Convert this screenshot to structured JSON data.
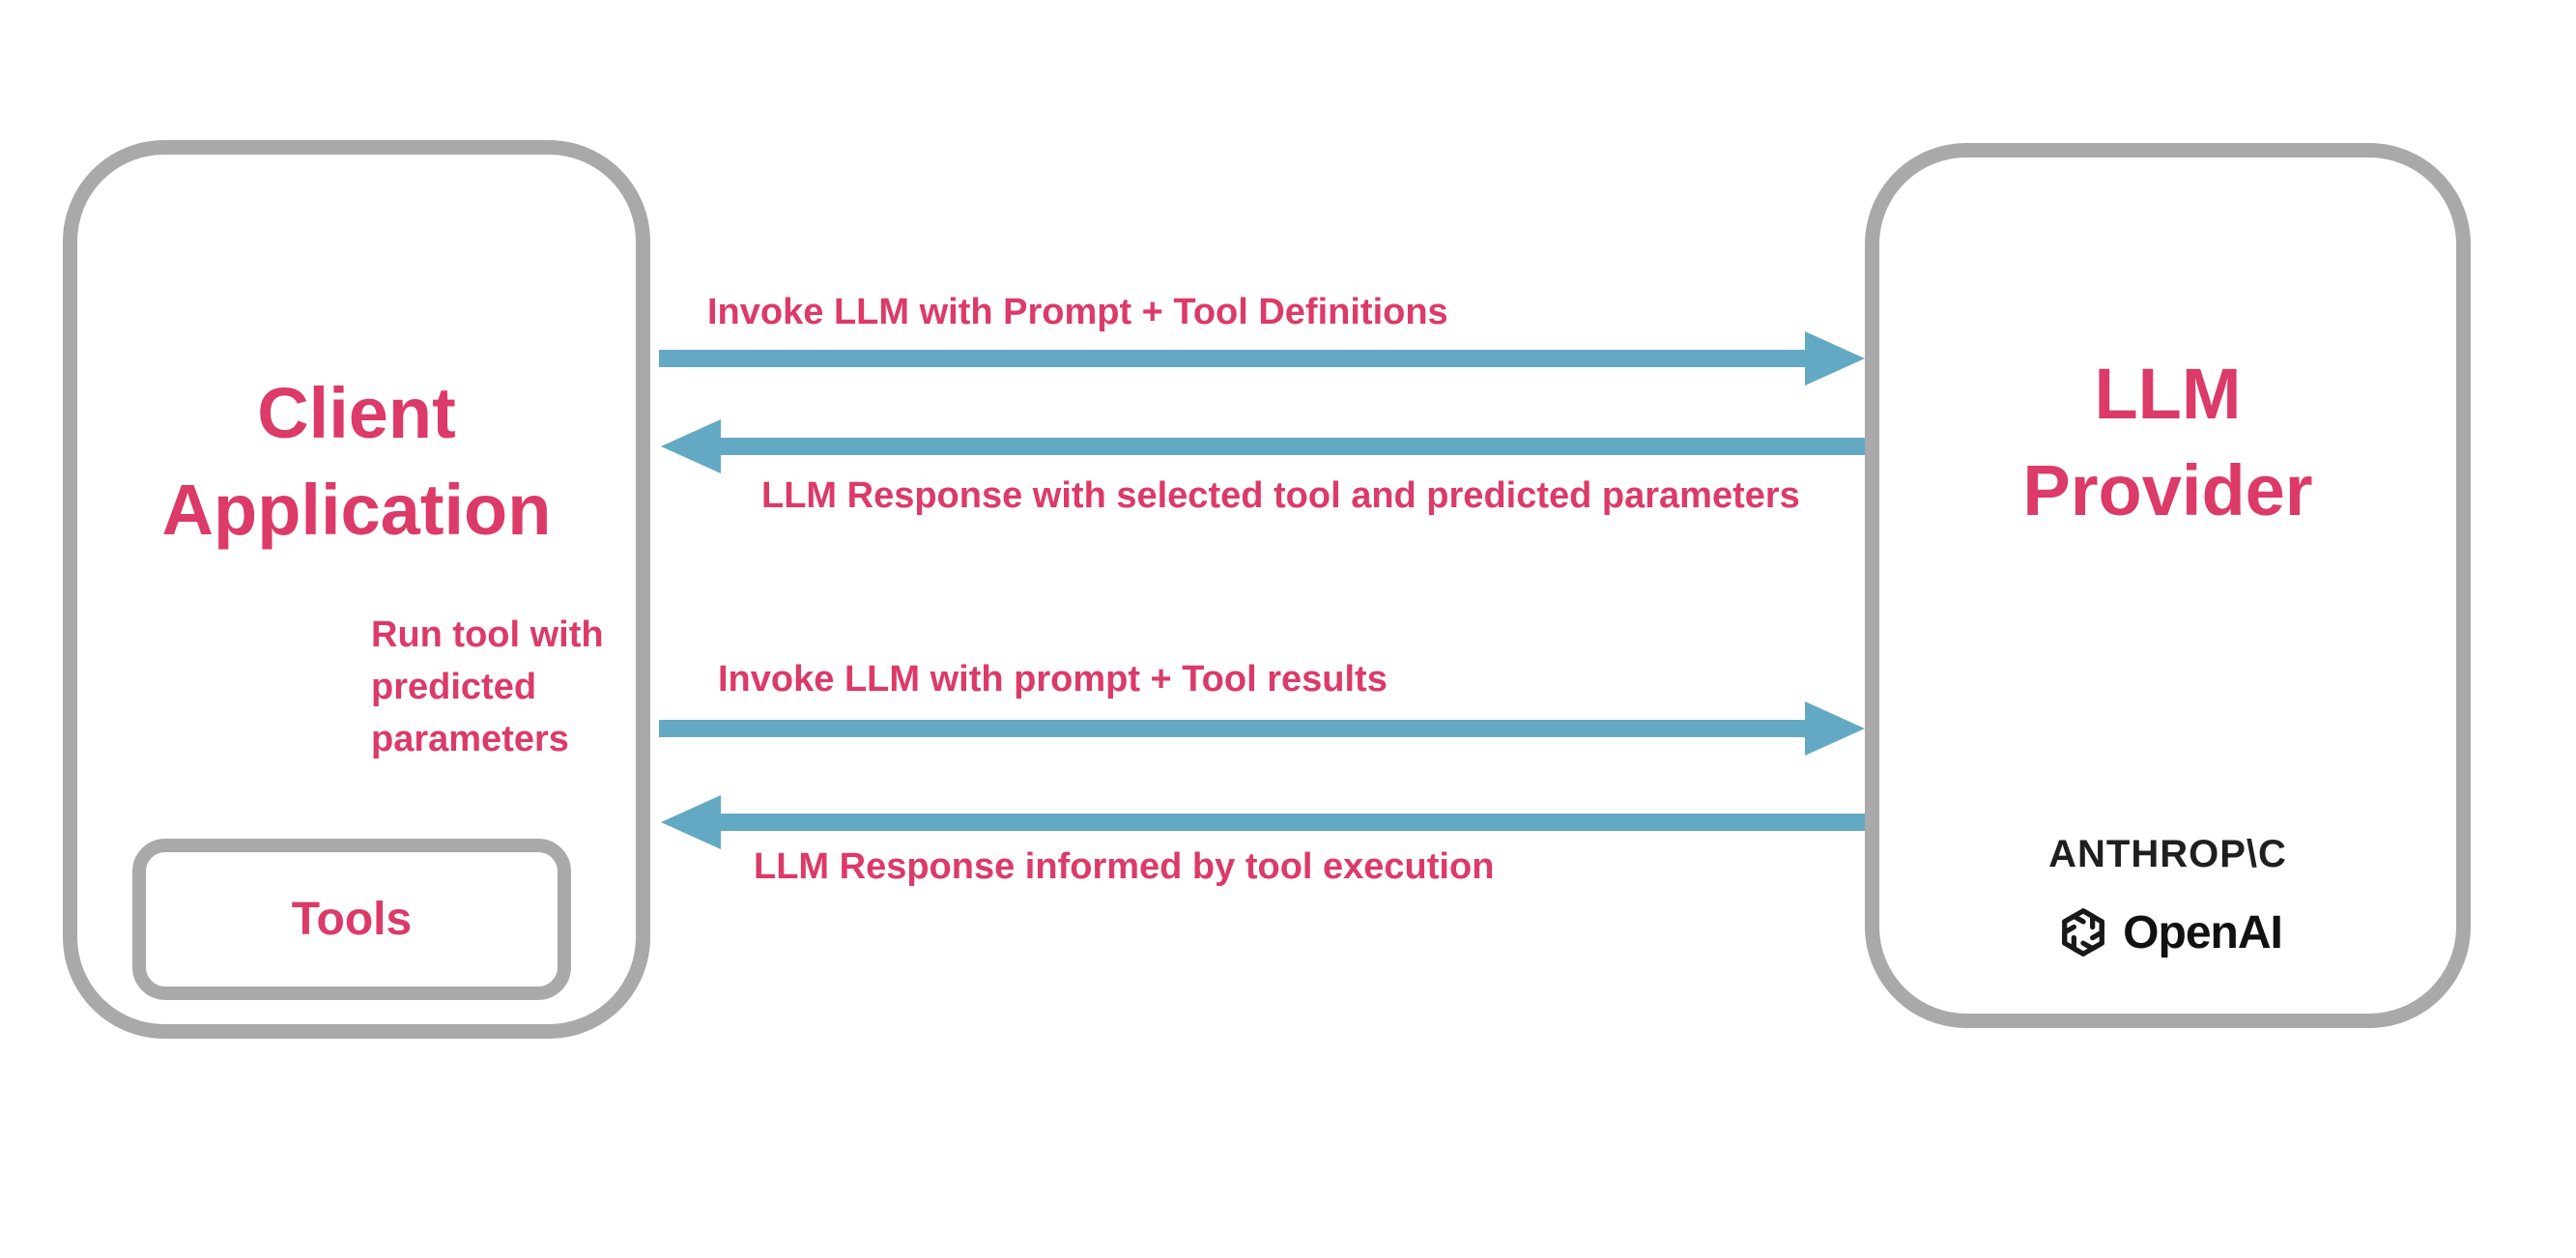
{
  "colors": {
    "label_pink": "#DC3A68",
    "arrow_blue": "#63A9C3",
    "box_border_gray": "#A9A9A9",
    "logo_dark": "#1F1F1F"
  },
  "client_box": {
    "title_lines": [
      "Client",
      "Application"
    ],
    "run_tool_label": "Run tool with\npredicted\nparameters",
    "tools_label": "Tools"
  },
  "llm_box": {
    "title_lines": [
      "LLM",
      "Provider"
    ],
    "anthropic_label": "ANTHROP\\C",
    "openai_label": "OpenAI"
  },
  "flows": [
    {
      "direction": "right",
      "label": "Invoke LLM with Prompt + Tool Definitions"
    },
    {
      "direction": "left",
      "label": "LLM Response with selected tool and predicted parameters"
    },
    {
      "direction": "right",
      "label": "Invoke LLM with prompt + Tool results"
    },
    {
      "direction": "left",
      "label": "LLM Response informed by tool execution"
    }
  ]
}
